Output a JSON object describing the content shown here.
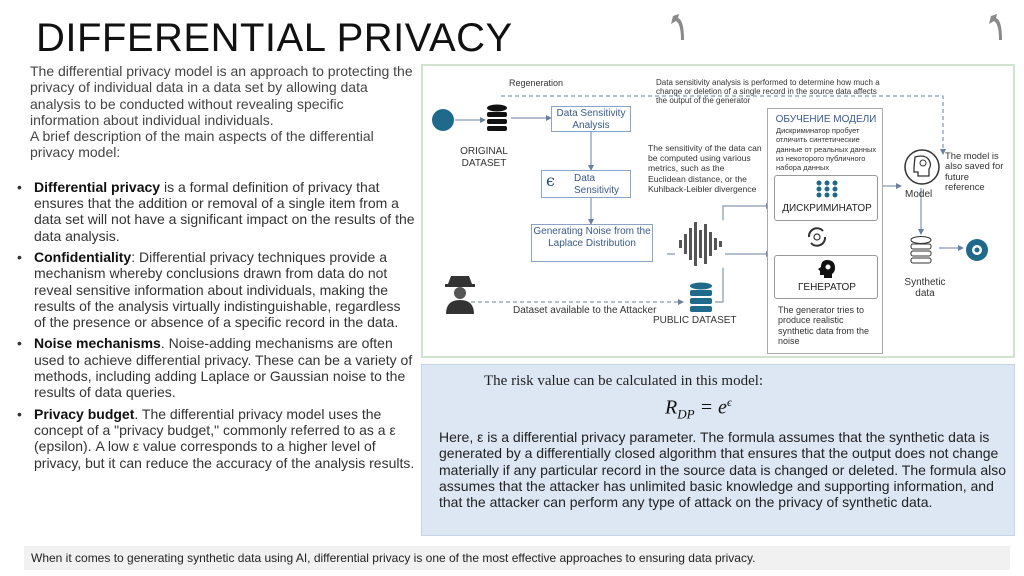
{
  "title": "DIFFERENTIAL PRIVACY",
  "intro": [
    "The differential privacy model is an approach to protecting the privacy of individual data in a data set by allowing data analysis to be conducted without revealing specific information about individual individuals.",
    "A brief description of the main aspects of the differential privacy model:"
  ],
  "bullets": [
    {
      "term": "Differential privacy",
      "sep": " ",
      "text": "is a formal definition of privacy that ensures that the addition or removal of a single item from a data set will not have a significant impact on the results of the data analysis."
    },
    {
      "term": "Confidentiality",
      "sep": ": ",
      "text": "Differential privacy techniques provide a mechanism whereby conclusions drawn from data do not reveal sensitive information about individuals, making the results of the analysis virtually indistinguishable, regardless of the presence or absence of a specific record in the data."
    },
    {
      "term": "Noise mechanisms",
      "sep": ".  ",
      "text": "Noise-adding mechanisms are often used to achieve differential privacy. These can be a variety of methods, including adding Laplace or Gaussian noise to the results of data queries."
    },
    {
      "term": "Privacy budget",
      "sep": ". ",
      "text": "The differential privacy model uses the concept of a \"privacy budget,\" commonly referred to as a ε (epsilon). A low ε value corresponds to a higher level of privacy, but it can reduce the accuracy of the analysis results."
    }
  ],
  "diagram": {
    "regeneration": "Regeneration",
    "sensitivity_note": "Data sensitivity analysis is performed to determine how much a change or deletion of a single record in the source data affects the output of the generator",
    "original_dataset": "ORIGINAL DATASET",
    "data_sensitivity_analysis": "Data Sensitivity Analysis",
    "epsilon_symbol": "ϵ",
    "data_sensitivity": "Data Sensitivity",
    "metrics_note": "The sensitivity of the data can be computed using various metrics, such as the Euclidean distance, or the Kuhlback-Leibler divergence",
    "generating_noise": "Generating Noise from the Laplace Distribution",
    "attacker_dataset": "Dataset available to the Attacker",
    "public_dataset": "PUBLIC DATASET",
    "model_training": "ОБУЧЕНИЕ МОДЕЛИ",
    "discriminator_note": "Дискриминатор пробует отличить синтетические данные от реальных данных из некоторого публичного набора данных",
    "discriminator": "ДИСКРИМИНАТОР",
    "generator": "ГЕНЕРАТОР",
    "generator_note": "The generator tries to produce realistic synthetic data from the noise",
    "model_saved_note": "The model is also saved for future reference",
    "model": "Model",
    "synthetic_data": "Synthetic data"
  },
  "formula_panel": {
    "risk_caption": "The risk value can be calculated  in this model:",
    "formula_lhs": "R",
    "formula_sub": "DP",
    "formula_eq": " = e",
    "formula_sup": "ϵ",
    "explanation": "Here, ε is a differential privacy parameter. The formula assumes that the synthetic data is generated by a differentially closed algorithm that ensures that the output does not change materially if any particular record in the source data is changed or deleted. The formula also assumes that the attacker has unlimited basic knowledge and supporting information, and that the attacker can perform any type of attack on the privacy of synthetic data."
  },
  "footer": "When it comes to generating synthetic data using AI, differential privacy is one of the most effective approaches to ensuring data privacy.",
  "icons": {
    "nav_prev": "return-arrow-icon",
    "nav_next": "return-arrow-icon",
    "user": "user-dot-icon",
    "database": "database-icon",
    "waveform": "waveform-icon",
    "attacker": "spy-icon",
    "neural": "neural-network-icon",
    "cycle": "cycle-icon",
    "brain": "brain-head-icon",
    "synthetic_target": "target-icon"
  },
  "colors": {
    "diagram_border": "#cfe3cf",
    "formula_bg": "#dde7f4",
    "dark_teal": "#1f6a8a",
    "arrow_blue": "#4a6fa5"
  }
}
